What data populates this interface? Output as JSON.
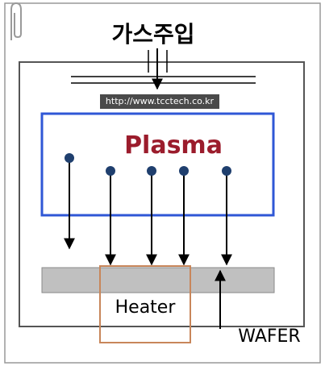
{
  "labels": {
    "gas_inlet": "가스주입",
    "plasma": "Plasma",
    "heater": "Heater",
    "wafer": "WAFER"
  },
  "watermark": "http://www.tcctech.co.kr",
  "colors": {
    "plasma_text": "#9b1c2c",
    "plasma_border": "#2f57d6",
    "particle": "#1f3f6e",
    "wafer_fill": "#c0c0c0",
    "heater_border": "#c8865a",
    "chamber_border": "#555555",
    "frame_border": "#999999"
  },
  "icons": {
    "clip": "paperclip-icon"
  }
}
